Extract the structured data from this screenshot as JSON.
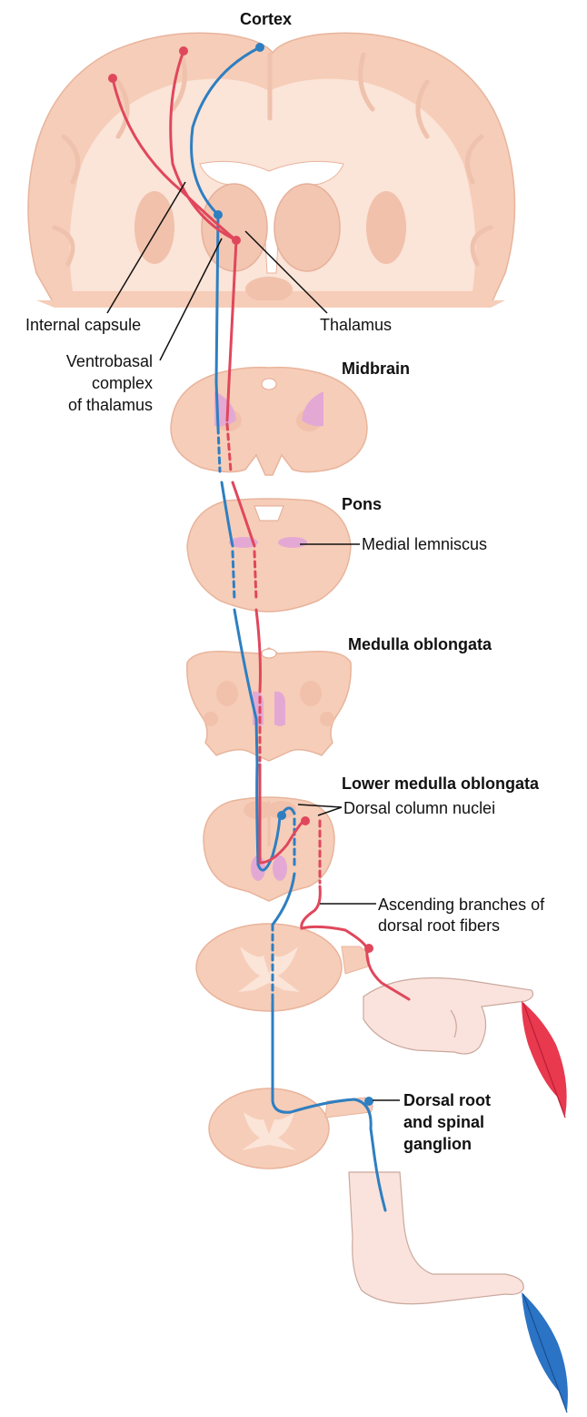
{
  "labels": {
    "cortex": "Cortex",
    "internal_capsule": "Internal capsule",
    "thalamus": "Thalamus",
    "ventrobasal_line1": "Ventrobasal",
    "ventrobasal_line2": "complex",
    "ventrobasal_line3": "of thalamus",
    "midbrain": "Midbrain",
    "pons": "Pons",
    "medial_lemniscus": "Medial lemniscus",
    "medulla": "Medulla oblongata",
    "lower_medulla": "Lower medulla oblongata",
    "dorsal_column_nuclei": "Dorsal column nuclei",
    "ascending_line1": "Ascending branches of",
    "ascending_line2": "dorsal root fibers",
    "drg_line1": "Dorsal root",
    "drg_line2": "and spinal",
    "drg_line3": "ganglion"
  },
  "colors": {
    "tissue": "#f6cdb8",
    "tissue_light": "#f9ded0",
    "tissue_outline": "#e8b49c",
    "white_matter": "#fbe4d8",
    "lemniscus": "#e3a9d4",
    "pathway_blue": "#2e7fc1",
    "pathway_red": "#e0475c",
    "skin": "#fae3dc",
    "feather_red": "#e8394f",
    "feather_blue": "#2b73c4"
  }
}
